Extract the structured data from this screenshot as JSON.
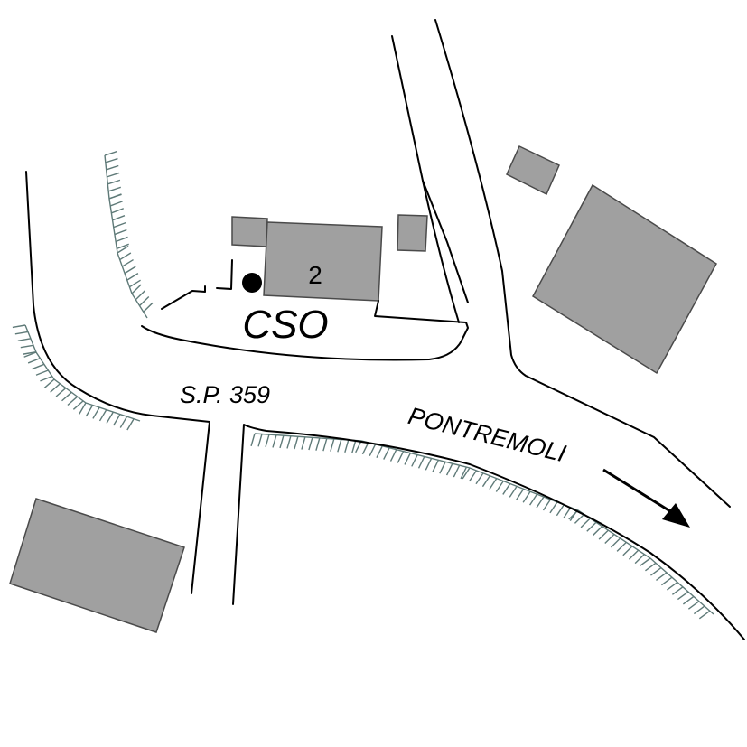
{
  "labels": {
    "station_code": "CSO",
    "building_number": "2",
    "road_name": "S.P. 359",
    "direction": "PONTREMOLI"
  },
  "colors": {
    "building_fill": "#a0a0a0",
    "building_stroke": "#4a4a4a",
    "road_line": "#000000",
    "slope_hatch": "#5f7a78",
    "marker": "#000000",
    "background": "#ffffff"
  },
  "icons": {
    "station_marker": "filled-circle",
    "direction_arrow": "arrow-down-right"
  }
}
